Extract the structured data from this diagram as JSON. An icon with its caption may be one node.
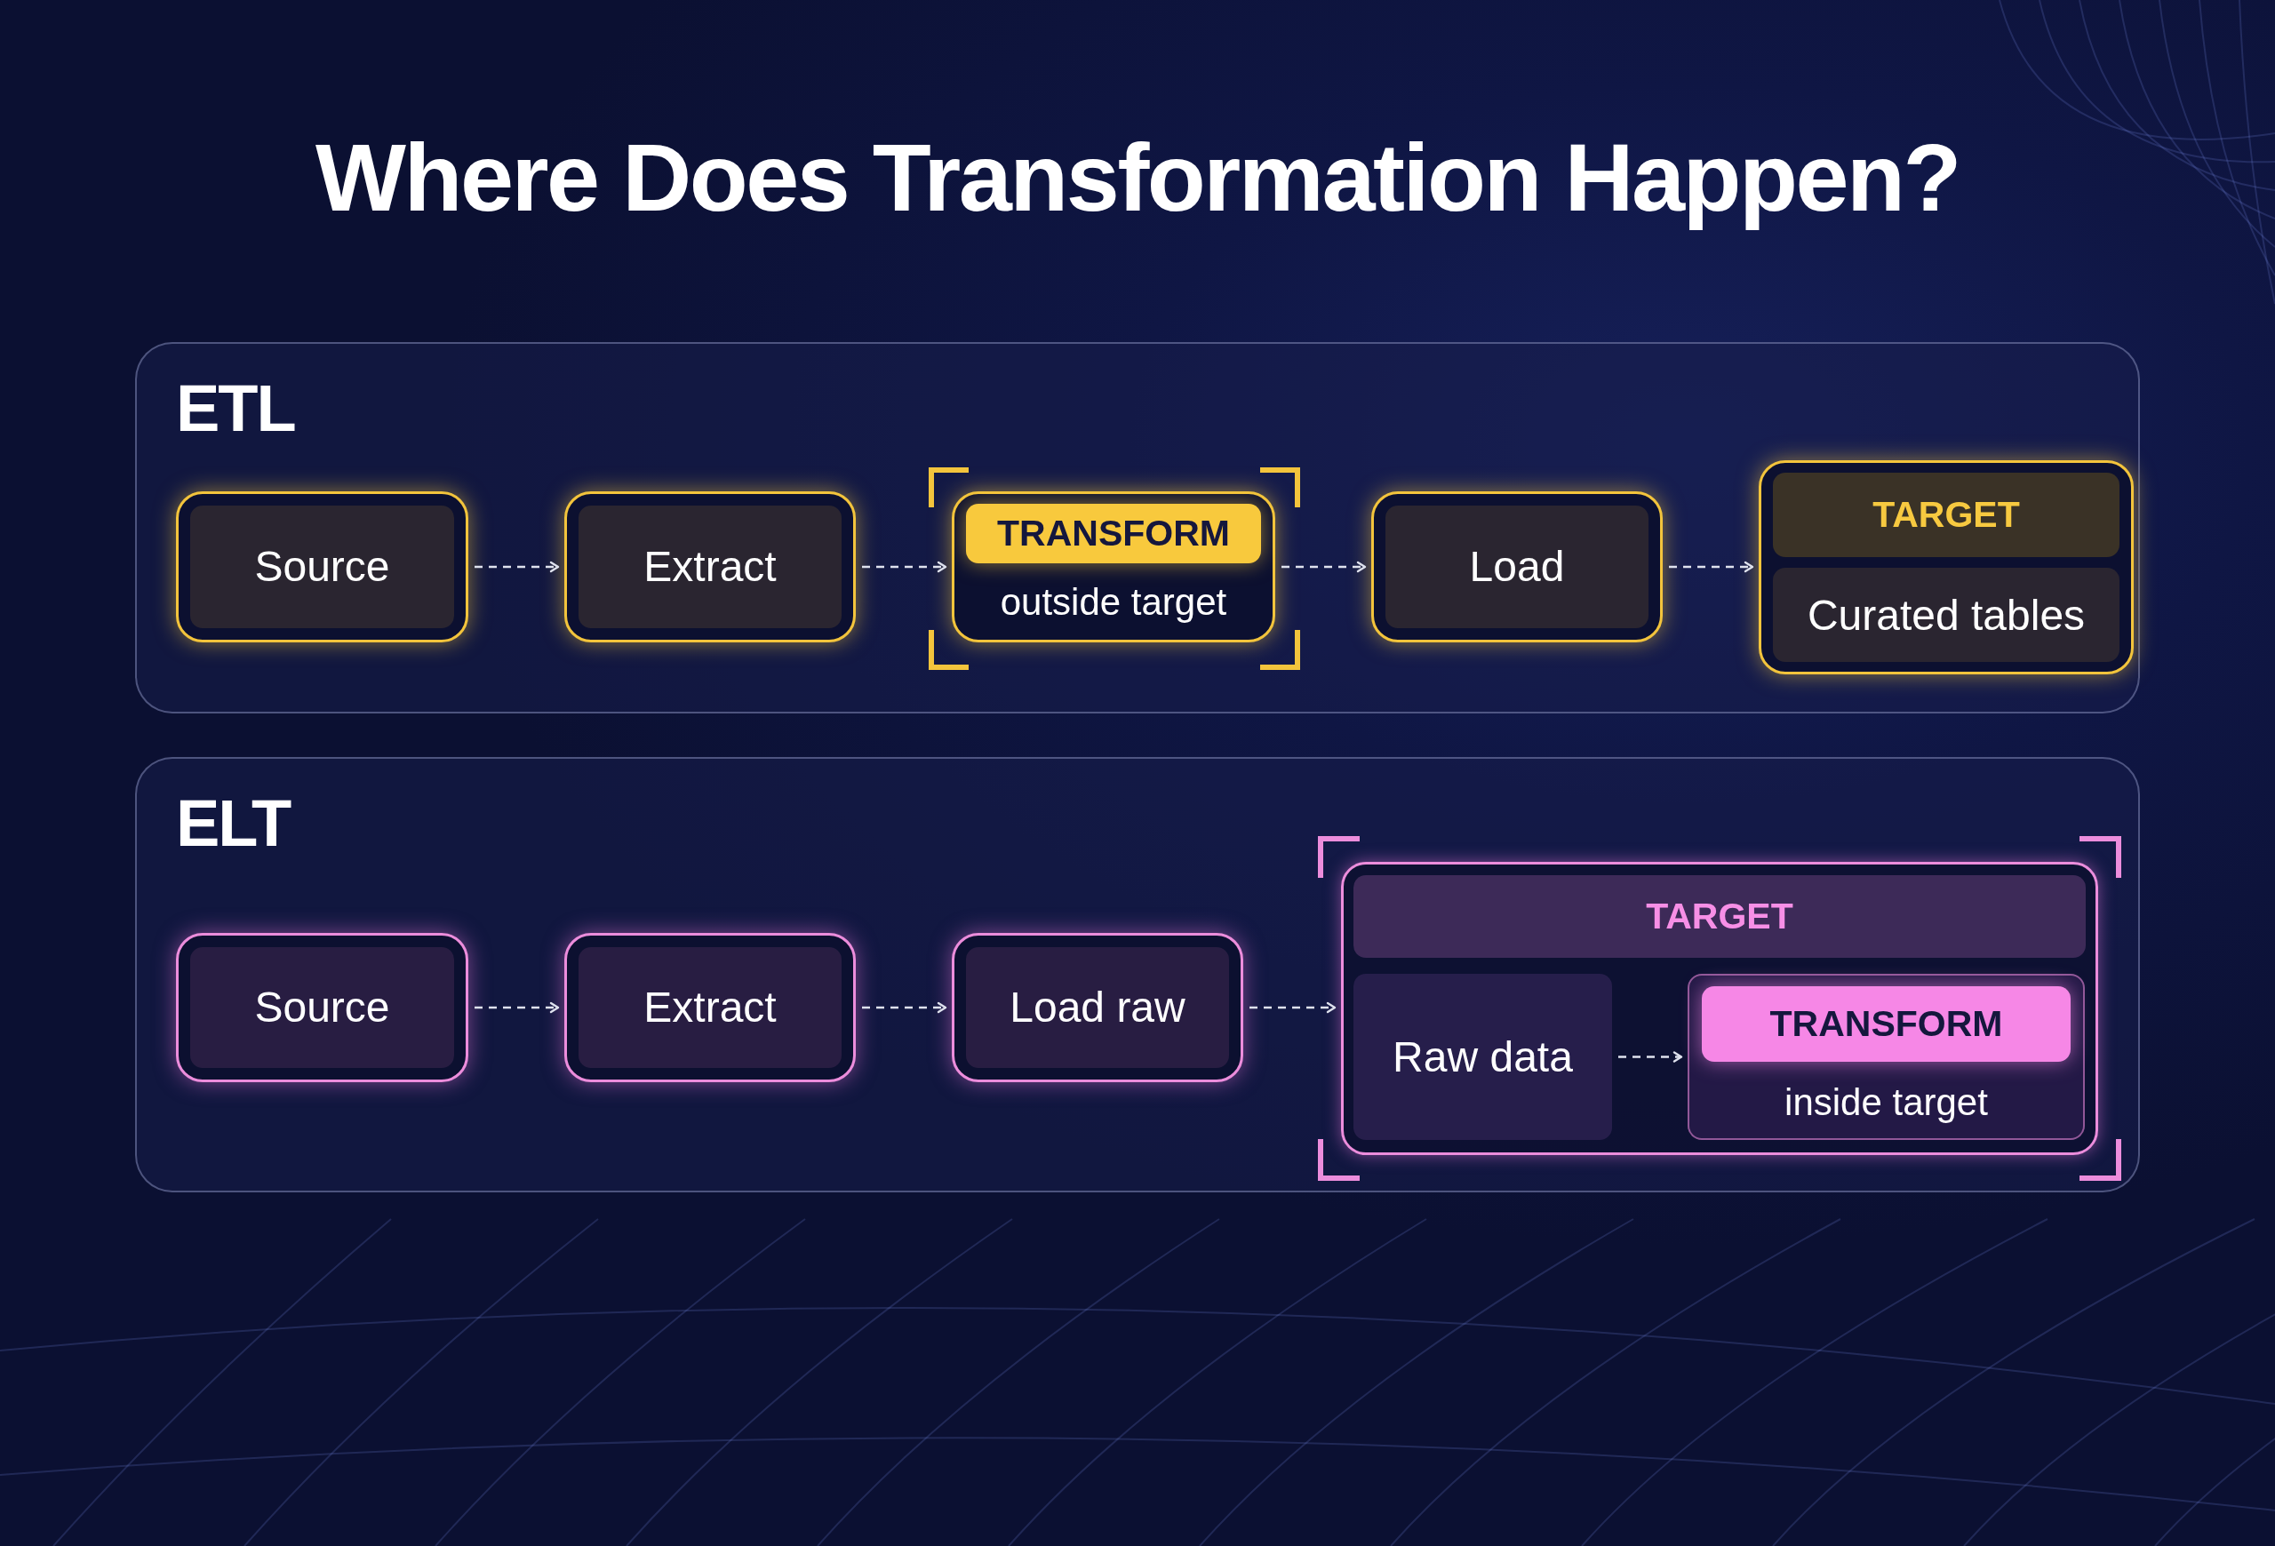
{
  "diagram": {
    "title": "Where Does Transformation Happen?",
    "nodes": [
      {
        "text": [
          "ETL"
        ]
      },
      {
        "text": [
          "Source"
        ],
        "in": 0
      },
      {
        "text": [
          "Extract"
        ],
        "in": 0
      },
      {
        "text": [
          "TRANSFORM",
          "outside target"
        ],
        "in": 0
      },
      {
        "text": [
          "Load"
        ],
        "in": 0
      },
      {
        "text": [
          "TARGET",
          "Curated tables"
        ],
        "in": 0
      },
      {
        "text": [
          "ELT"
        ]
      },
      {
        "text": [
          "Source"
        ],
        "in": 6
      },
      {
        "text": [
          "Extract"
        ],
        "in": 6
      },
      {
        "text": [
          "Load raw"
        ],
        "in": 6
      },
      {
        "text": [
          "TARGET"
        ],
        "in": 6
      },
      {
        "text": [
          "Raw data"
        ],
        "in": 10
      },
      {
        "text": [
          "TRANSFORM",
          "inside target"
        ],
        "in": 10
      }
    ],
    "edges": [
      {
        "from": 1,
        "to": 2,
        "arrow": "to",
        "style": "dashed"
      },
      {
        "from": 2,
        "to": 3,
        "arrow": "to",
        "style": "dashed"
      },
      {
        "from": 3,
        "to": 4,
        "arrow": "to",
        "style": "dashed"
      },
      {
        "from": 4,
        "to": 5,
        "arrow": "to",
        "style": "dashed"
      },
      {
        "from": 7,
        "to": 8,
        "arrow": "to",
        "style": "dashed"
      },
      {
        "from": 8,
        "to": 9,
        "arrow": "to",
        "style": "dashed"
      },
      {
        "from": 9,
        "to": 10,
        "arrow": "to",
        "style": "dashed"
      },
      {
        "from": 11,
        "to": 12,
        "arrow": "to",
        "style": "dashed"
      }
    ]
  }
}
